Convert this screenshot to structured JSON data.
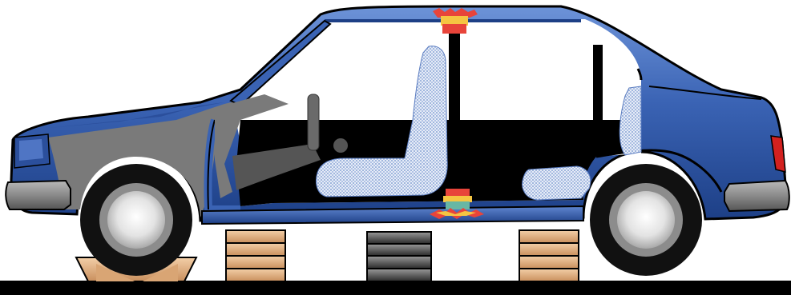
{
  "figure": {
    "subject": "car-on-lift-side-view",
    "colors": {
      "body_blue": "#3a63b4",
      "body_dark": "#1d3f86",
      "body_light": "#6d93d8",
      "interior_black": "#000000",
      "sheet_grey": "#777777",
      "seat_blue": "#c9d6ee",
      "tire": "#111111",
      "rim_grey": "#8c8c8c",
      "hub_light": "#f2f2f2",
      "block_tan": "#e8b98c",
      "block_dark": "#4a4a4a",
      "ground": "#000000",
      "weld_red": "#e8443a",
      "weld_yellow": "#f5c542",
      "weld_teal": "#68b7a4"
    },
    "parts": [
      "car-body",
      "front-wheel",
      "rear-wheel",
      "front-seat",
      "rear-seat",
      "steering-wheel",
      "b-pillar",
      "upper-weld-marker",
      "lower-weld-marker",
      "front-support-stack",
      "center-support-stack",
      "rear-support-stack",
      "front-wedge-chock",
      "ground-bar"
    ]
  }
}
